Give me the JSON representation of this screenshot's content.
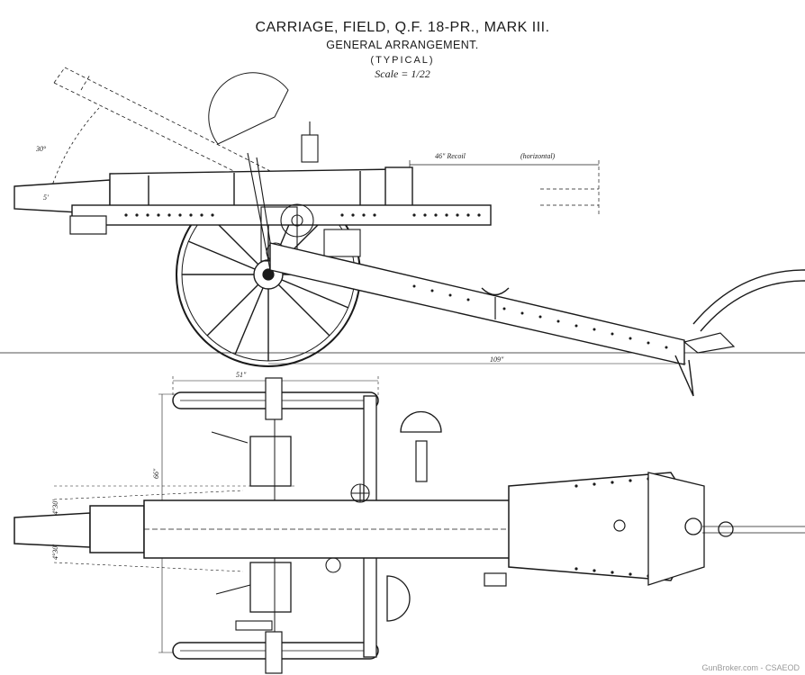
{
  "header": {
    "title": "CARRIAGE, FIELD, Q.F. 18-PR., MARK III.",
    "subtitle": "GENERAL ARRANGEMENT.",
    "typical": "(TYPICAL)",
    "scale": "Scale = 1/22"
  },
  "dimensions": {
    "elevation_angle": "30°",
    "recoil": "46\" Recoil",
    "recoil_note": "(horizontal)",
    "wheel_track": "51\"",
    "trail_length": "109\"",
    "barrel_height": "5'",
    "axle_width": "66\"",
    "traverse_left": "4°30'",
    "traverse_right": "4°30'"
  },
  "watermark": "GunBroker.com - CSAEOD"
}
